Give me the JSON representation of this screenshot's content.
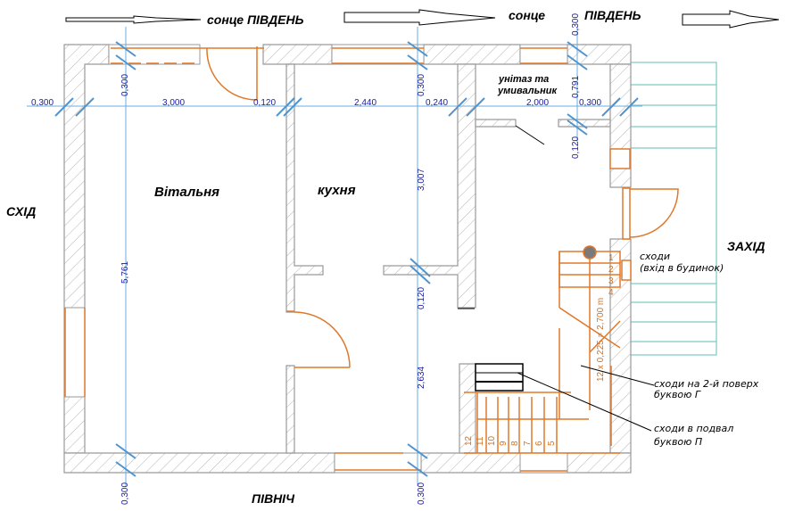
{
  "directions": {
    "south_top_left": "сонце  ПІВДЕНЬ",
    "sun_top_mid": "сонце",
    "south_top_right": "ПІВДЕНЬ",
    "east": "СХІД",
    "west": "ЗАХІД",
    "north": "ПІВНІЧ"
  },
  "rooms": {
    "living_room": "Вітальня",
    "kitchen": "кухня",
    "bathroom_line1": "унітаз та",
    "bathroom_line2": "умивальник"
  },
  "notes": {
    "entrance_stairs_line1": "сходи",
    "entrance_stairs_line2": "(вхід в будинок)",
    "stairs_second_floor_line1": "сходи на 2-й поверх",
    "stairs_second_floor_line2": "буквою Г",
    "stairs_basement_line1": "сходи в подвал",
    "stairs_basement_line2": "буквою П"
  },
  "dimensions": {
    "horizontal": [
      "0,300",
      "3,000",
      "0,120",
      "2,440",
      "0,240",
      "2,000",
      "0,300"
    ],
    "vertical_top_left": "0,300",
    "vertical_top_mid": "0,300",
    "vertical_top_right": "0,300",
    "vertical_bath": "0,791",
    "vertical_bath_wall": "0,120",
    "vertical_living": "5,761",
    "vertical_kitchen": "3,007",
    "vertical_kitchen_wall": "0,120",
    "vertical_kitchen_lower": "2,634",
    "vertical_bottom_left": "0,300",
    "vertical_bottom_mid": "0,300"
  },
  "stairs": {
    "flight_label": "12 x 0,225 = 2,700 m",
    "upper_steps": [
      "1",
      "2",
      "3",
      "4"
    ],
    "lower_steps": [
      "12",
      "11",
      "10",
      "9",
      "8",
      "7",
      "6",
      "5"
    ]
  },
  "colors": {
    "wall_outline": "#9a9a9a",
    "openings": "#e0782a",
    "dimension_lines": "#6aaee0",
    "dimension_text": "#1a1aa0",
    "porch": "#7cc9c0"
  }
}
